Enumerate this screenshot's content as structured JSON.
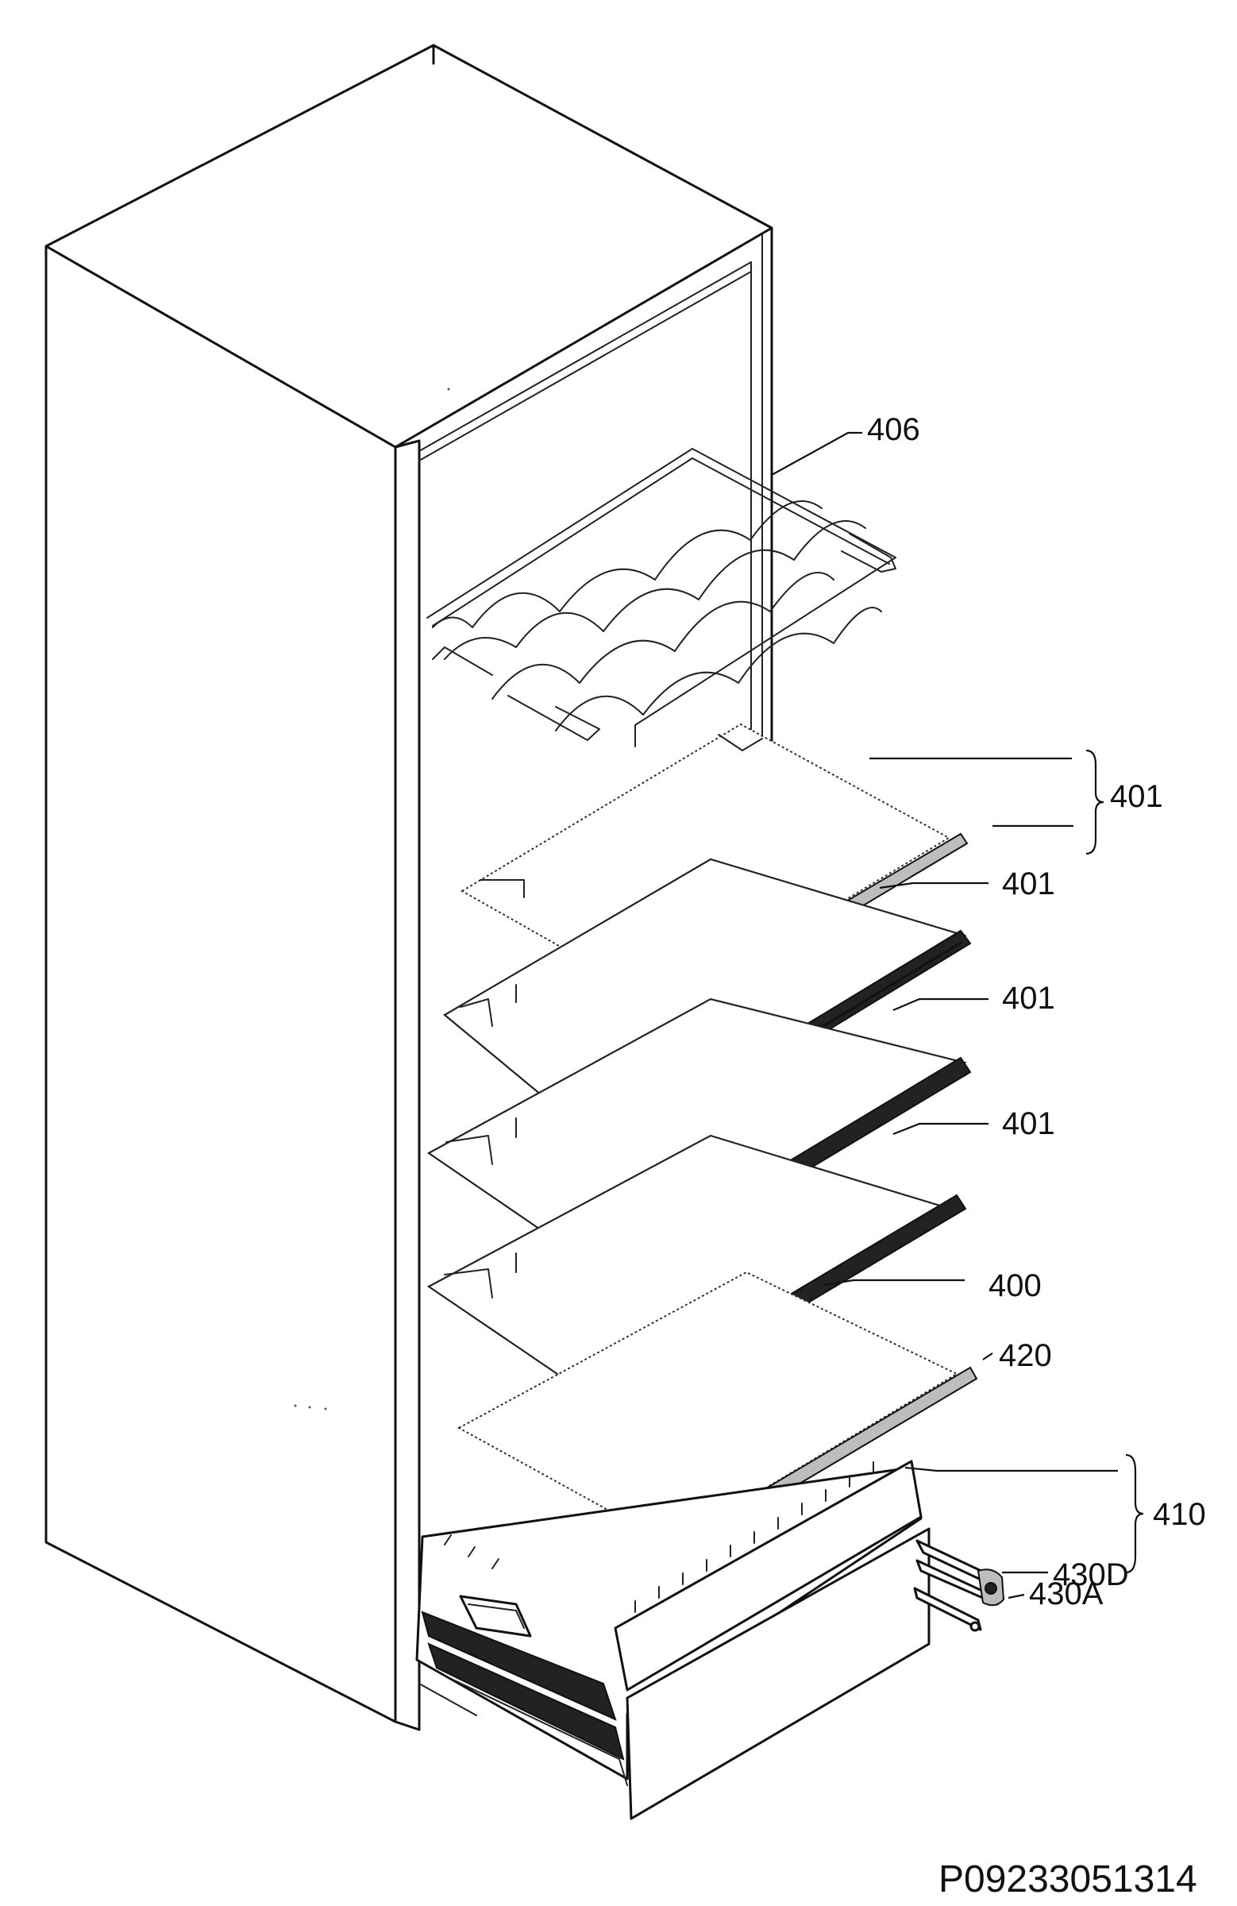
{
  "labels": {
    "wine_rack": "406",
    "shelf_top_bracket": "401",
    "shelf_2": "401",
    "shelf_3": "401",
    "shelf_4": "401",
    "shelf_glass": "400",
    "crisper_cover": "420",
    "crisper_drawer": "410",
    "rail_d": "430D",
    "rail_a": "430A"
  },
  "drawing_code": "P09233051314"
}
